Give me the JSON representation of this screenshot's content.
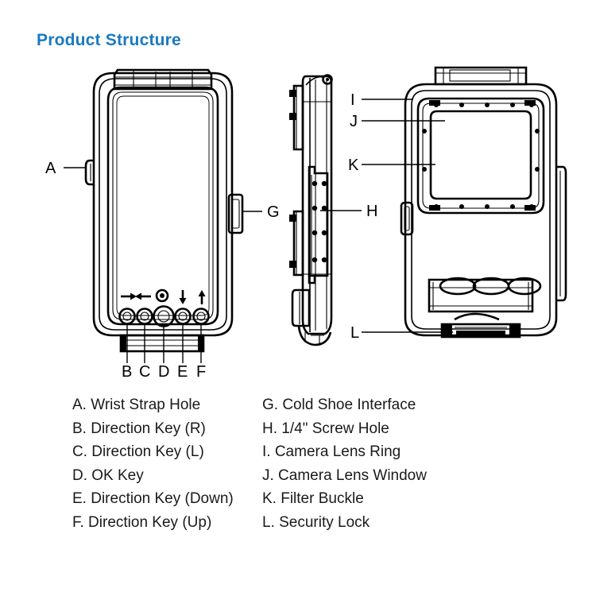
{
  "page": {
    "title": "Product Structure",
    "title_color": "#1b7ac0",
    "background_color": "#ffffff",
    "line_color": "#000000"
  },
  "callouts": {
    "a": "A",
    "b": "B",
    "c": "C",
    "d": "D",
    "e": "E",
    "f": "F",
    "g": "G",
    "h": "H",
    "i": "I",
    "j": "J",
    "k": "K",
    "l": "L"
  },
  "views": {
    "front": {
      "name": "front-view",
      "buttons": [
        {
          "key": "B",
          "icon": "arrow-right-icon",
          "glyph": "→"
        },
        {
          "key": "C",
          "icon": "arrow-left-icon",
          "glyph": "←"
        },
        {
          "key": "D",
          "icon": "ok-circle-icon",
          "glyph": "◉"
        },
        {
          "key": "E",
          "icon": "arrow-down-icon",
          "glyph": "↓"
        },
        {
          "key": "F",
          "icon": "arrow-up-icon",
          "glyph": "↑"
        }
      ]
    },
    "side": {
      "name": "side-view"
    },
    "back": {
      "name": "back-view"
    }
  },
  "legend": {
    "left_column": [
      "A. Wrist Strap Hole",
      "B. Direction Key (R)",
      "C. Direction Key (L)",
      "D. OK Key",
      "E. Direction Key (Down)",
      "F. Direction Key (Up)"
    ],
    "right_column": [
      "G. Cold Shoe Interface",
      "H. 1/4\" Screw Hole",
      "I. Camera Lens Ring",
      "J. Camera Lens Window",
      "K. Filter Buckle",
      "L. Security Lock"
    ]
  }
}
